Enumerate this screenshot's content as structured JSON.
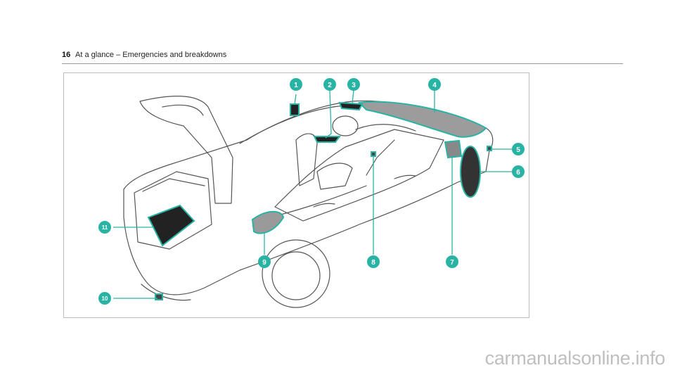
{
  "header": {
    "page_number": "16",
    "section_title": "At a glance – Emergencies and breakdowns"
  },
  "figure": {
    "callouts": [
      "1",
      "2",
      "3",
      "4",
      "5",
      "6",
      "7",
      "8",
      "9",
      "10",
      "11"
    ],
    "accent_color": "#29b3a5"
  },
  "footer": {
    "watermark": "carmanualsonline.info"
  }
}
